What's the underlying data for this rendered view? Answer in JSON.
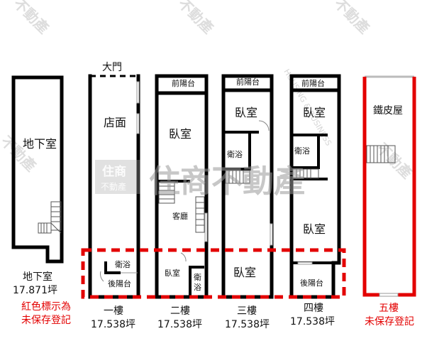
{
  "floors": [
    {
      "id": "basement",
      "name": "地下室",
      "area": "17.871坪",
      "rooms": [
        "地下室"
      ]
    },
    {
      "id": "1f",
      "name": "一樓",
      "area": "17.538坪",
      "rooms": [
        "店面",
        "衛浴",
        "後陽台"
      ],
      "door_label": "大門"
    },
    {
      "id": "2f",
      "name": "二樓",
      "area": "17.538坪",
      "rooms": [
        "前陽台",
        "臥室",
        "客廳",
        "臥室",
        "衛浴"
      ]
    },
    {
      "id": "3f",
      "name": "三樓",
      "area": "17.538坪",
      "rooms": [
        "前陽台",
        "臥室",
        "衛浴",
        "臥室"
      ]
    },
    {
      "id": "4f",
      "name": "四樓",
      "area": "17.538坪",
      "rooms": [
        "前陽台",
        "臥室",
        "衛浴",
        "臥室",
        "後陽台"
      ]
    },
    {
      "id": "5f",
      "name": "五樓",
      "area": "未保存登記",
      "rooms": [
        "鐵皮屋"
      ]
    }
  ],
  "legend": {
    "line1": "紅色標示為",
    "line2": "未保存登記"
  },
  "watermark": {
    "big": "住商不動產",
    "logo_top": "住商",
    "logo_bottom": "不動產",
    "diag": "不動產",
    "english": "HOUSING & BUSINESS"
  },
  "colors": {
    "wall": "#000000",
    "unregistered": "#e30000",
    "watermark": "#9a9a9a"
  }
}
